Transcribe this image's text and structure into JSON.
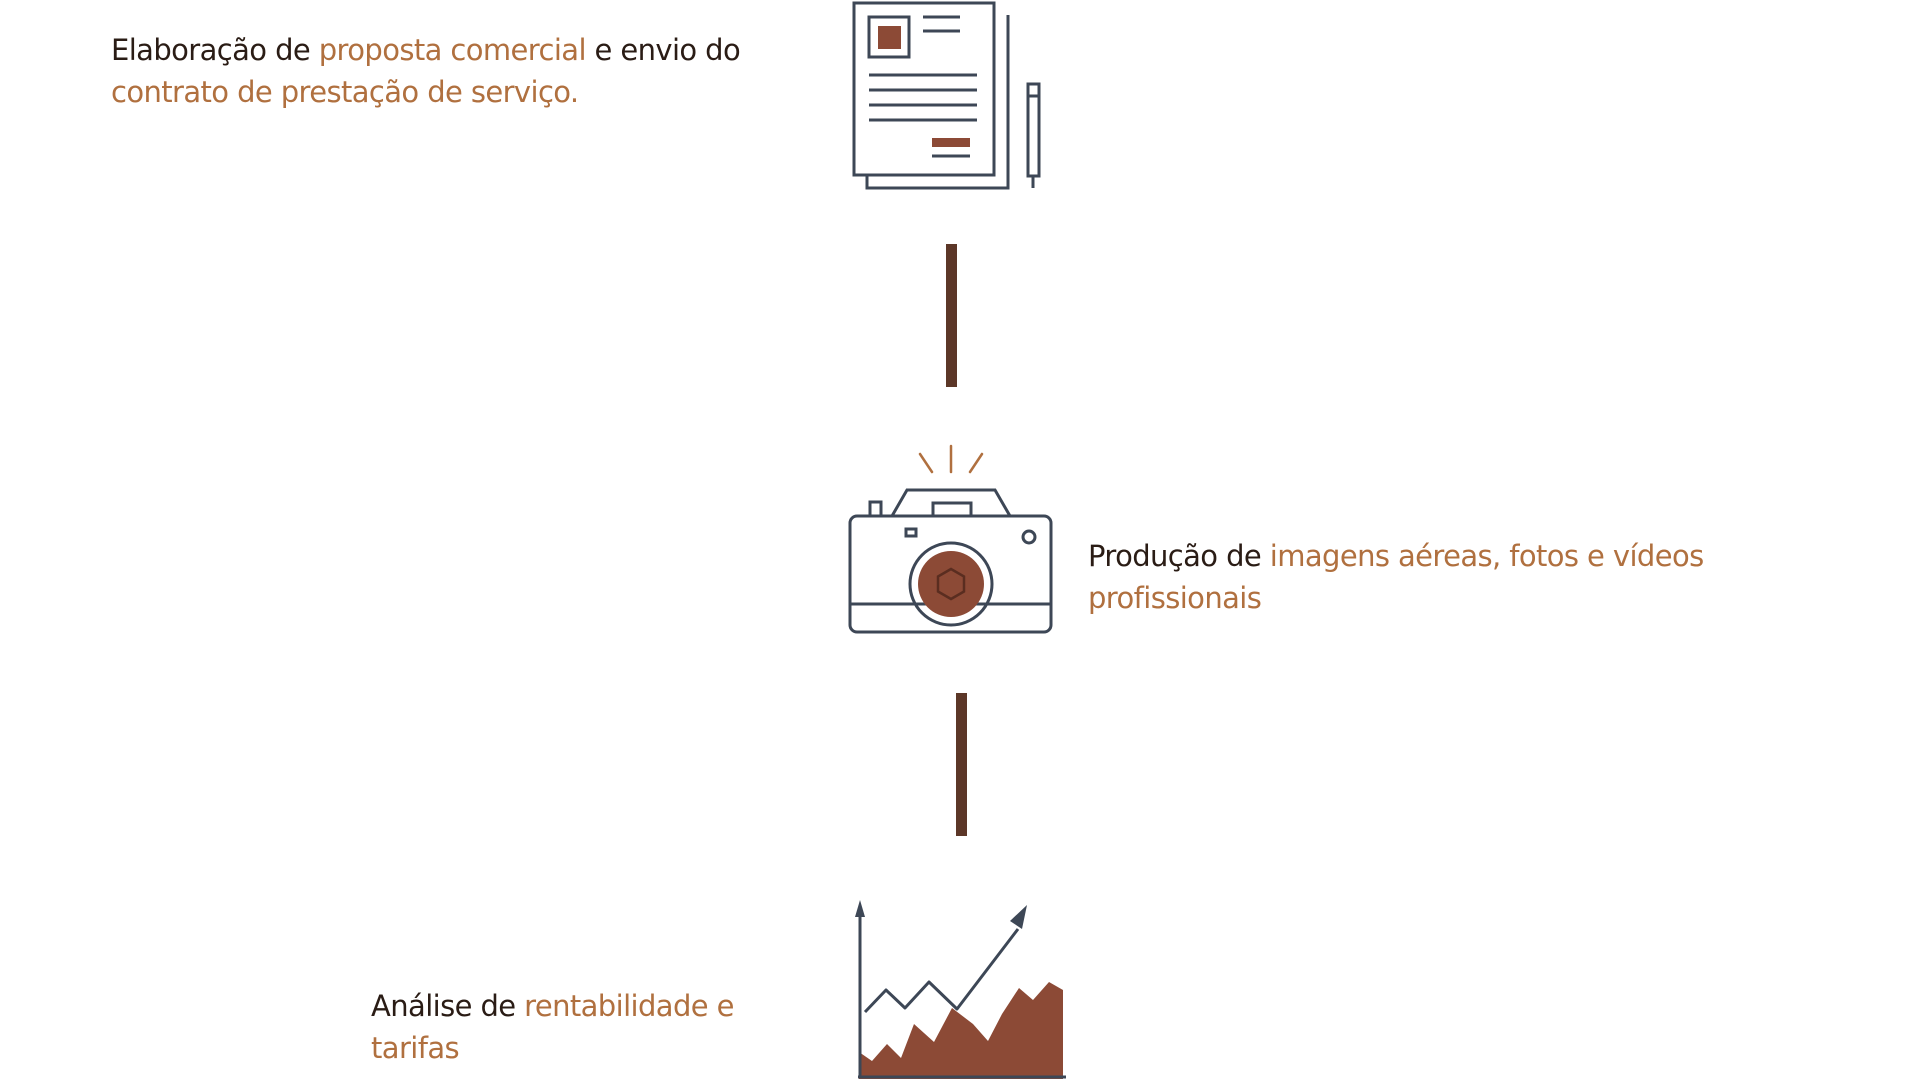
{
  "steps": [
    {
      "text_parts": [
        "Elaboração de ",
        "proposta comercial",
        " e envio do ",
        "contrato de prestação de serviço."
      ],
      "icon": "contract-document-icon"
    },
    {
      "text_parts": [
        "Produção de ",
        "imagens aéreas, fotos e vídeos profissionais"
      ],
      "icon": "camera-icon"
    },
    {
      "text_parts": [
        "Análise de ",
        "rentabilidade e tarifas"
      ],
      "icon": "growth-chart-icon"
    }
  ],
  "colors": {
    "text": "#2a1c15",
    "accent": "#b0703f",
    "connector": "#5c3728",
    "icon_outline": "#3d4756",
    "icon_fill": "#8c4a36"
  }
}
